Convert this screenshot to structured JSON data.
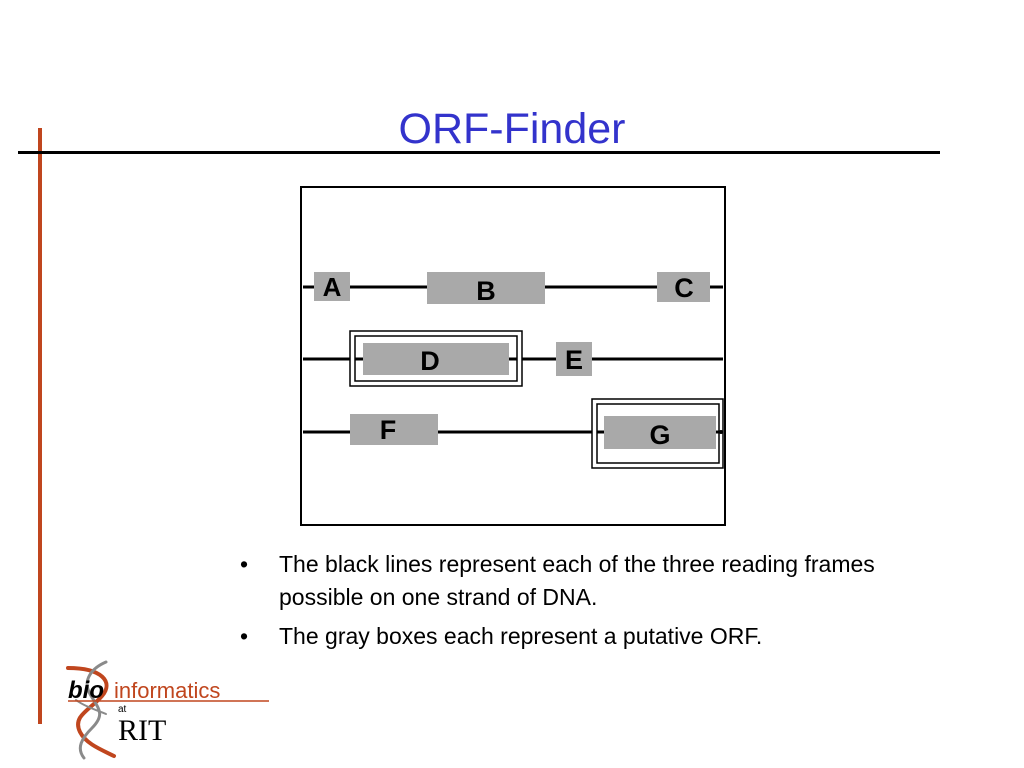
{
  "slide": {
    "title": "ORF-Finder"
  },
  "figure": {
    "labels": {
      "a": "A",
      "b": "B",
      "c": "C",
      "d": "D",
      "e": "E",
      "f": "F",
      "g": "G"
    }
  },
  "bullets": [
    {
      "marker": "•",
      "text": "The black lines represent each of the three reading frames possible on one strand of DNA."
    },
    {
      "marker": "•",
      "text": "The gray boxes each represent a putative ORF."
    }
  ],
  "logo": {
    "bio": "bio",
    "informatics": "informatics",
    "at": "at",
    "rit": "RIT"
  },
  "colors": {
    "title": "#3333cc",
    "accent_line": "#c0461e",
    "orf_box": "#a9a9a9"
  }
}
